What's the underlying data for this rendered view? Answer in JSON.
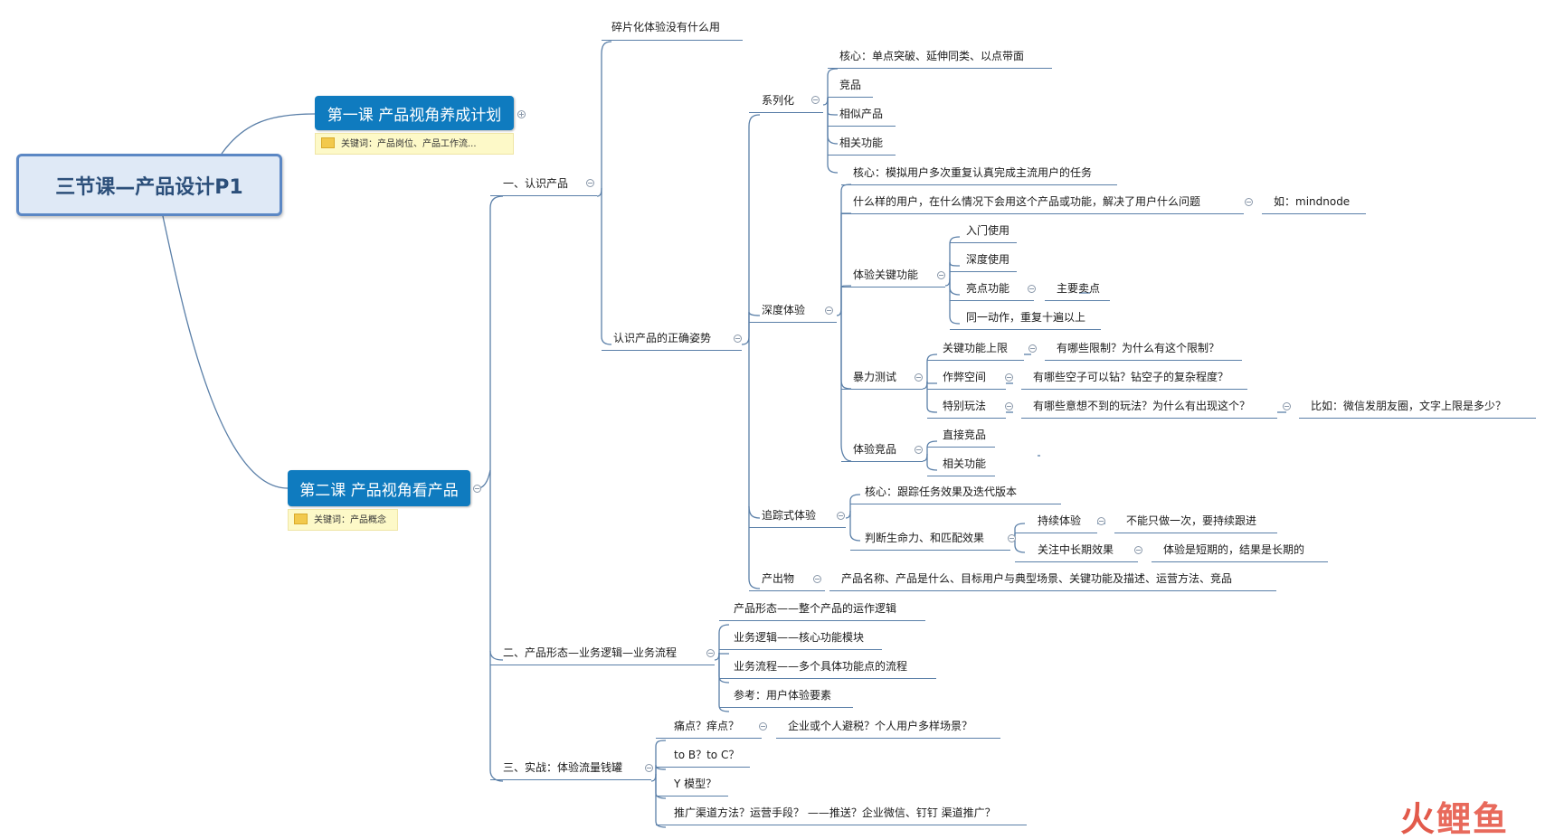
{
  "root": {
    "title": "三节课—产品设计P1"
  },
  "course1": {
    "title": "第一课 产品视角养成计划",
    "note": "关键词：产品岗位、产品工作流..."
  },
  "course2": {
    "title": "第二课 产品视角看产品",
    "note": "关键词：产品概念"
  },
  "s1": {
    "label": "一、认识产品",
    "fragment": "碎片化体验没有什么用",
    "posture": "认识产品的正确姿势",
    "series": {
      "label": "系列化",
      "core": "核心：单点突破、延伸同类、以点带面",
      "competitor": "竞品",
      "similar": "相似产品",
      "related": "相关功能"
    },
    "deep": {
      "label": "深度体验",
      "core": "核心：模拟用户多次重复认真完成主流用户的任务",
      "question": "什么样的用户，在什么情况下会用这个产品或功能，解决了用户什么问题",
      "example": "如：mindnode",
      "key": {
        "label": "体验关键功能",
        "entry": "入门使用",
        "depth": "深度使用",
        "highlight": "亮点功能",
        "selling": "主要卖点",
        "repeat": "同一动作，重复十遍以上"
      },
      "stress": {
        "label": "暴力测试",
        "limit": "关键功能上限",
        "limit_q": "有哪些限制？为什么有这个限制？",
        "cheat": "作弊空间",
        "cheat_q": "有哪些空子可以钻？钻空子的复杂程度？",
        "special": "特别玩法",
        "special_q": "有哪些意想不到的玩法？为什么有出现这个？",
        "special_ex": "比如：微信发朋友圈，文字上限是多少？"
      },
      "comp": {
        "label": "体验竞品",
        "direct": "直接竞品",
        "related": "相关功能"
      }
    },
    "track": {
      "label": "追踪式体验",
      "core": "核心：跟踪任务效果及迭代版本",
      "judge": "判断生命力、和匹配效果",
      "continuous": "持续体验",
      "continuous_d": "不能只做一次，要持续跟进",
      "longterm": "关注中长期效果",
      "longterm_d": "体验是短期的，结果是长期的"
    },
    "output": {
      "label": "产出物",
      "detail": "产品名称、产品是什么、目标用户与典型场景、关键功能及描述、运营方法、竞品"
    }
  },
  "s2": {
    "label": "二、产品形态—业务逻辑—业务流程",
    "form": "产品形态——整个产品的运作逻辑",
    "logic": "业务逻辑——核心功能模块",
    "flow": "业务流程——多个具体功能点的流程",
    "ref": "参考：用户体验要素"
  },
  "s3": {
    "label": "三、实战：体验流量钱罐",
    "pain": "痛点？痒点？",
    "pain_d": "企业或个人避税？个人用户多样场景？",
    "tob": "to B？to C？",
    "ymodel": "Y 模型？",
    "promo": "推广渠道方法？运营手段？ ——推送？企业微信、钉钉 渠道推广？"
  },
  "watermark": {
    "part1": "火",
    "part2": "鲤鱼"
  }
}
